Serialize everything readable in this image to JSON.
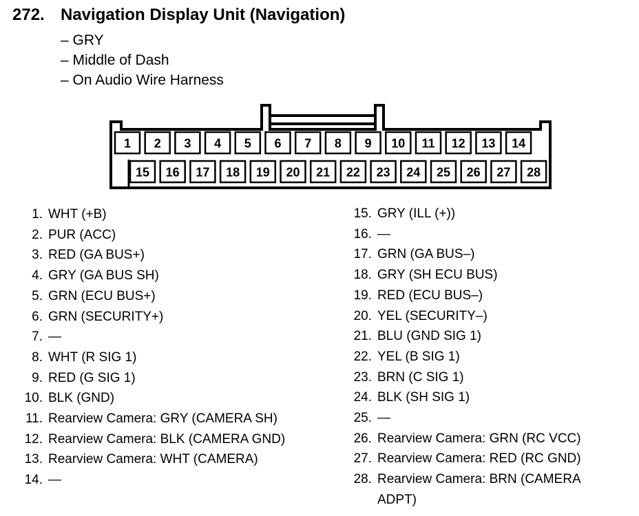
{
  "header": {
    "number": "272.",
    "title": "Navigation Display Unit (Navigation)"
  },
  "notes": [
    "– GRY",
    "– Middle of Dash",
    "– On Audio Wire Harness"
  ],
  "connector": {
    "top_row": [
      "1",
      "2",
      "3",
      "4",
      "5",
      "6",
      "7",
      "8",
      "9",
      "10",
      "11",
      "12",
      "13",
      "14"
    ],
    "bottom_row": [
      "15",
      "16",
      "17",
      "18",
      "19",
      "20",
      "21",
      "22",
      "23",
      "24",
      "25",
      "26",
      "27",
      "28"
    ]
  },
  "pins_left": [
    {
      "num": "1.",
      "desc": "WHT (+B)"
    },
    {
      "num": "2.",
      "desc": "PUR (ACC)"
    },
    {
      "num": "3.",
      "desc": "RED (GA BUS+)"
    },
    {
      "num": "4.",
      "desc": "GRY (GA BUS SH)"
    },
    {
      "num": "5.",
      "desc": "GRN (ECU BUS+)"
    },
    {
      "num": "6.",
      "desc": "GRN (SECURITY+)"
    },
    {
      "num": "7.",
      "desc": "—"
    },
    {
      "num": "8.",
      "desc": "WHT (R SIG 1)"
    },
    {
      "num": "9.",
      "desc": "RED (G SIG 1)"
    },
    {
      "num": "10.",
      "desc": "BLK (GND)"
    },
    {
      "num": "11.",
      "desc": "Rearview Camera: GRY (CAMERA SH)"
    },
    {
      "num": "12.",
      "desc": "Rearview Camera: BLK (CAMERA GND)"
    },
    {
      "num": "13.",
      "desc": "Rearview Camera: WHT (CAMERA)"
    },
    {
      "num": "14.",
      "desc": "—"
    }
  ],
  "pins_right": [
    {
      "num": "15.",
      "desc": "GRY (ILL (+))"
    },
    {
      "num": "16.",
      "desc": "—"
    },
    {
      "num": "17.",
      "desc": "GRN (GA BUS–)"
    },
    {
      "num": "18.",
      "desc": "GRY (SH ECU BUS)"
    },
    {
      "num": "19.",
      "desc": "RED (ECU BUS–)"
    },
    {
      "num": "20.",
      "desc": "YEL (SECURITY–)"
    },
    {
      "num": "21.",
      "desc": "BLU (GND SIG 1)"
    },
    {
      "num": "22.",
      "desc": "YEL (B SIG 1)"
    },
    {
      "num": "23.",
      "desc": "BRN (C SIG 1)"
    },
    {
      "num": "24.",
      "desc": "BLK (SH SIG 1)"
    },
    {
      "num": "25.",
      "desc": "—"
    },
    {
      "num": "26.",
      "desc": "Rearview Camera: GRN (RC VCC)"
    },
    {
      "num": "27.",
      "desc": "Rearview Camera: RED (RC GND)"
    },
    {
      "num": "28.",
      "desc": "Rearview Camera: BRN (CAMERA ADPT)"
    }
  ]
}
